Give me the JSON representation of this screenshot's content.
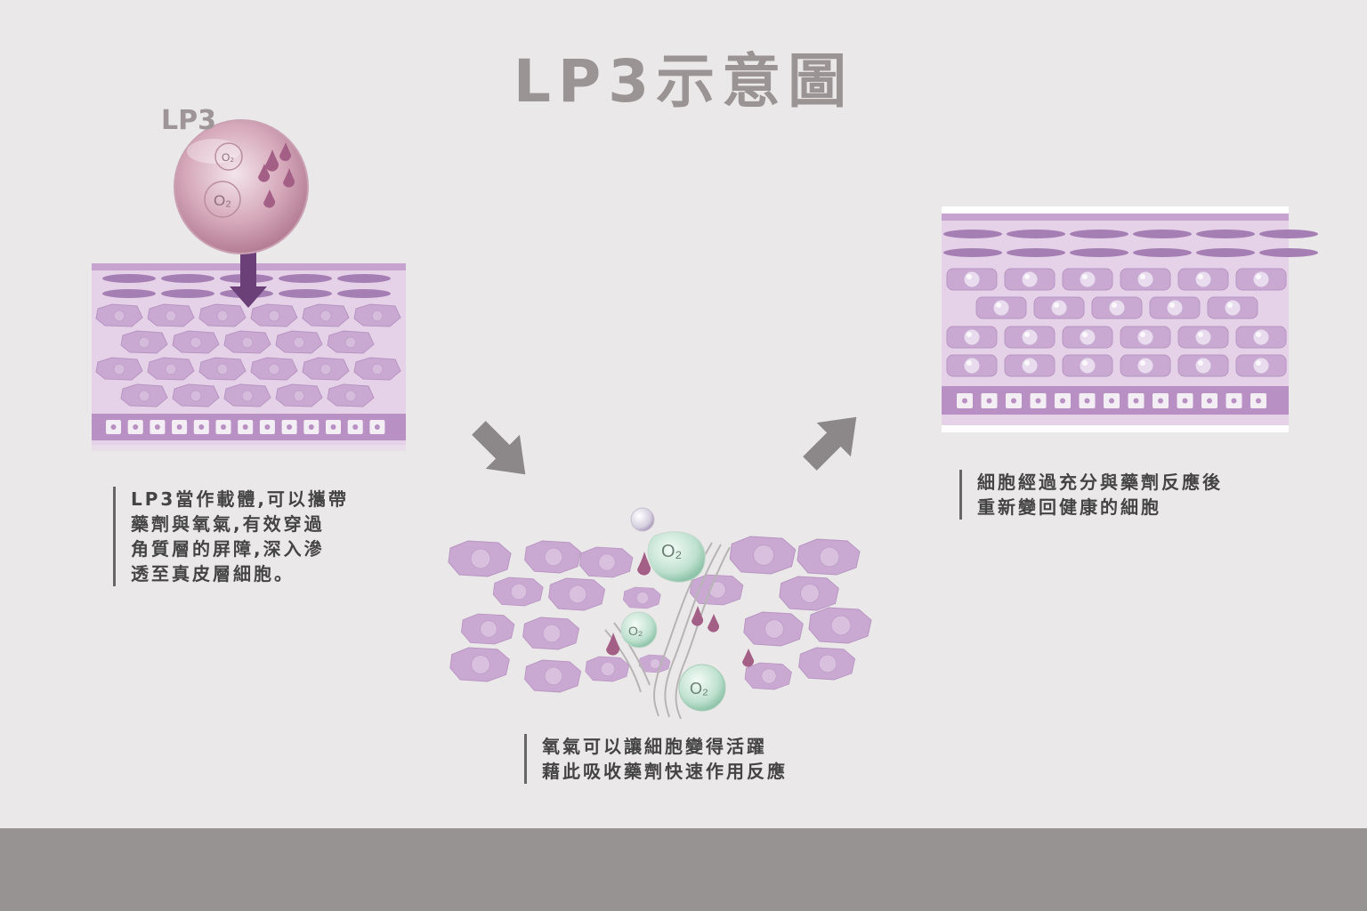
{
  "title": "LP3示意圖",
  "lp3_label": "LP3",
  "o2_label": "O₂",
  "captions": {
    "step1": [
      "LP3當作載體,可以攜帶",
      "藥劑與氧氣,有效穿過",
      "角質層的屏障,深入滲",
      "透至真皮層細胞。"
    ],
    "step2": [
      "氧氣可以讓細胞變得活躍",
      "藉此吸收藥劑快速作用反應"
    ],
    "step3": [
      "細胞經過充分與藥劑反應後",
      "重新變回健康的細胞"
    ]
  },
  "colors": {
    "background": "#ebe8e9",
    "footer": "#979393",
    "cell": "#c9a9d2",
    "cell_dark": "#a57fb4",
    "arrow_gray": "#8c8788",
    "arrow_purple": "#6b3f78",
    "oxygen_green": "#9fcfb8"
  },
  "icons": [
    "lp3-sphere-icon",
    "down-arrow-icon",
    "diagonal-down-arrow-icon",
    "diagonal-up-arrow-icon",
    "oxygen-bubble-icon",
    "drug-droplet-icon"
  ]
}
